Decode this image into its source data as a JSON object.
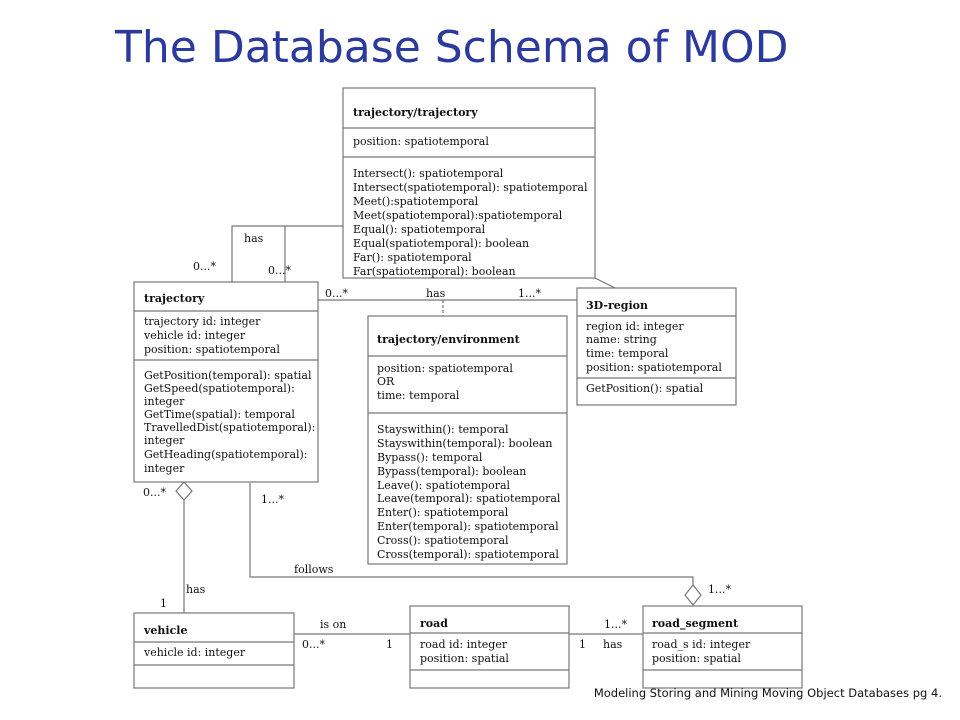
{
  "slide": {
    "title": "The Database Schema of MOD",
    "footer": "Modeling Storing and Mining Moving Object Databases pg 4."
  },
  "classes": {
    "trajectory_trajectory": {
      "name": "trajectory/trajectory",
      "attributes": [
        "position: spatiotemporal"
      ],
      "methods": [
        "Intersect(): spatiotemporal",
        "Intersect(spatiotemporal): spatiotemporal",
        "Meet():spatiotemporal",
        "Meet(spatiotemporal):spatiotemporal",
        "Equal(): spatiotemporal",
        "Equal(spatiotemporal): boolean",
        "Far(): spatiotemporal",
        "Far(spatiotemporal): boolean"
      ]
    },
    "trajectory": {
      "name": "trajectory",
      "attributes": [
        "trajectory id: integer",
        "vehicle id: integer",
        "position: spatiotemporal"
      ],
      "methods": [
        "GetPosition(temporal): spatial",
        "GetSpeed(spatiotemporal):",
        "integer",
        "GetTime(spatial): temporal",
        "TravelledDist(spatiotemporal):",
        "integer",
        "GetHeading(spatiotemporal):",
        "integer"
      ]
    },
    "trajectory_environment": {
      "name": "trajectory/environment",
      "attributes": [
        "position: spatiotemporal",
        "OR",
        "time: temporal"
      ],
      "methods": [
        "Stayswithin(): temporal",
        "Stayswithin(temporal): boolean",
        "Bypass(): temporal",
        "Bypass(temporal): boolean",
        "Leave(): spatiotemporal",
        "Leave(temporal): spatiotemporal",
        "Enter(): spatiotemporal",
        "Enter(temporal): spatiotemporal",
        "Cross(): spatiotemporal",
        "Cross(temporal): spatiotemporal"
      ]
    },
    "region_3d": {
      "name": "3D-region",
      "attributes": [
        "region id: integer",
        "name: string",
        "time: temporal",
        "position: spatiotemporal"
      ],
      "methods": [
        "GetPosition(): spatial"
      ]
    },
    "vehicle": {
      "name": "vehicle",
      "attributes": [
        "vehicle id: integer"
      ],
      "methods": []
    },
    "road": {
      "name": "road",
      "attributes": [
        "road id: integer",
        "position: spatial"
      ],
      "methods": []
    },
    "road_segment": {
      "name": "road_segment",
      "attributes": [
        "road_s id: integer",
        "position: spatial"
      ],
      "methods": []
    }
  },
  "associations": {
    "tt_has": "has",
    "tt_mult_left": "0...*",
    "tt_mult_right": "0...*",
    "region_has": "has",
    "region_mult_left": "0...*",
    "region_mult_right": "1...*",
    "vehicle_has": "has",
    "vehicle_mult_top": "0...*",
    "vehicle_mult_bottom": "1",
    "follows": "follows",
    "follows_mult_start": "1...*",
    "follows_mult_end": "1...*",
    "is_on": "is on",
    "is_on_mult_left": "0...*",
    "is_on_mult_right": "1",
    "segment_has": "has",
    "segment_mult_left": "1",
    "segment_mult_right": "1...*"
  }
}
